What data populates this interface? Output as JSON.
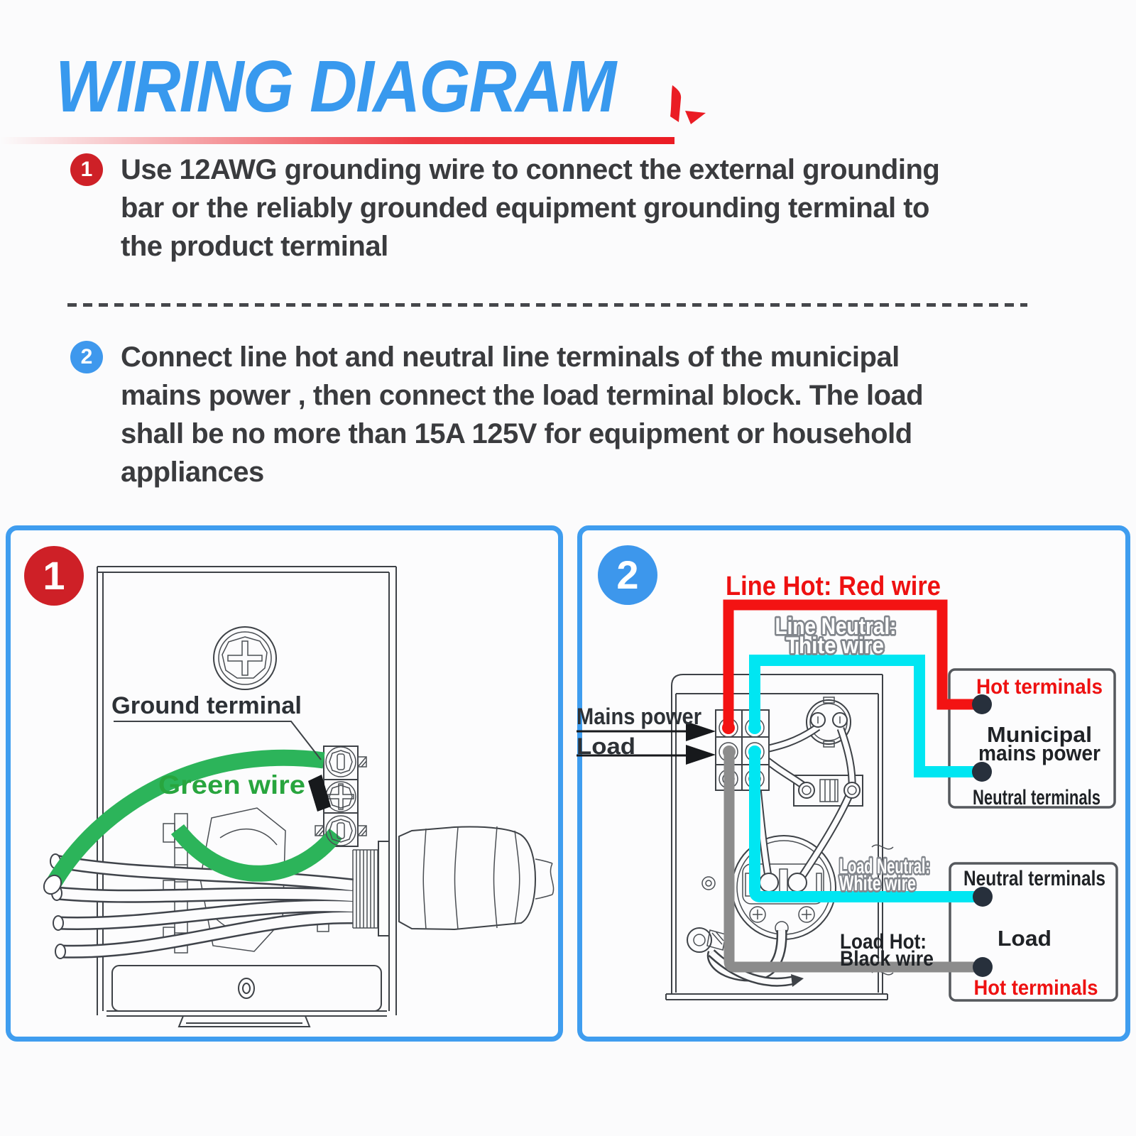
{
  "title": "WIRING DIAGRAM",
  "steps": [
    {
      "num": "1",
      "lines": [
        "Use 12AWG grounding wire to connect the external grounding",
        "bar or the reliably grounded equipment grounding terminal to",
        "the product terminal"
      ]
    },
    {
      "num": "2",
      "lines": [
        "Connect line hot and neutral line terminals of the municipal",
        "mains power , then connect the load terminal block. The load",
        "shall be no more than 15A 125V for equipment or household",
        "appliances"
      ]
    }
  ],
  "panel1": {
    "num": "1",
    "ground_terminal": "Ground terminal",
    "green_wire": "Green wire"
  },
  "panel2": {
    "num": "2",
    "line_hot": "Line Hot: Red wire",
    "line_neutral_1": "Line Neutral:",
    "line_neutral_2": "Thite wire",
    "mains_power": "Mains power",
    "load_arrow": "Load",
    "load_neutral_1": "Load Neutral:",
    "load_neutral_2": "White wire",
    "load_hot_1": "Load Hot:",
    "load_hot_2": "Black wire",
    "municipal_box": {
      "hot": "Hot terminals",
      "title_1": "Municipal",
      "title_2": "mains power",
      "neutral": "Neutral terminals"
    },
    "load_box": {
      "neutral": "Neutral terminals",
      "title": "Load",
      "hot": "Hot terminals"
    }
  },
  "colors": {
    "accent_blue": "#3e98ed",
    "accent_red": "#ce2027",
    "wire_red": "#f31313",
    "wire_cyan": "#00e6f2",
    "wire_green": "#2cb45a",
    "wire_gray": "#8c8c8c",
    "text_dark": "#3a3b3e"
  }
}
